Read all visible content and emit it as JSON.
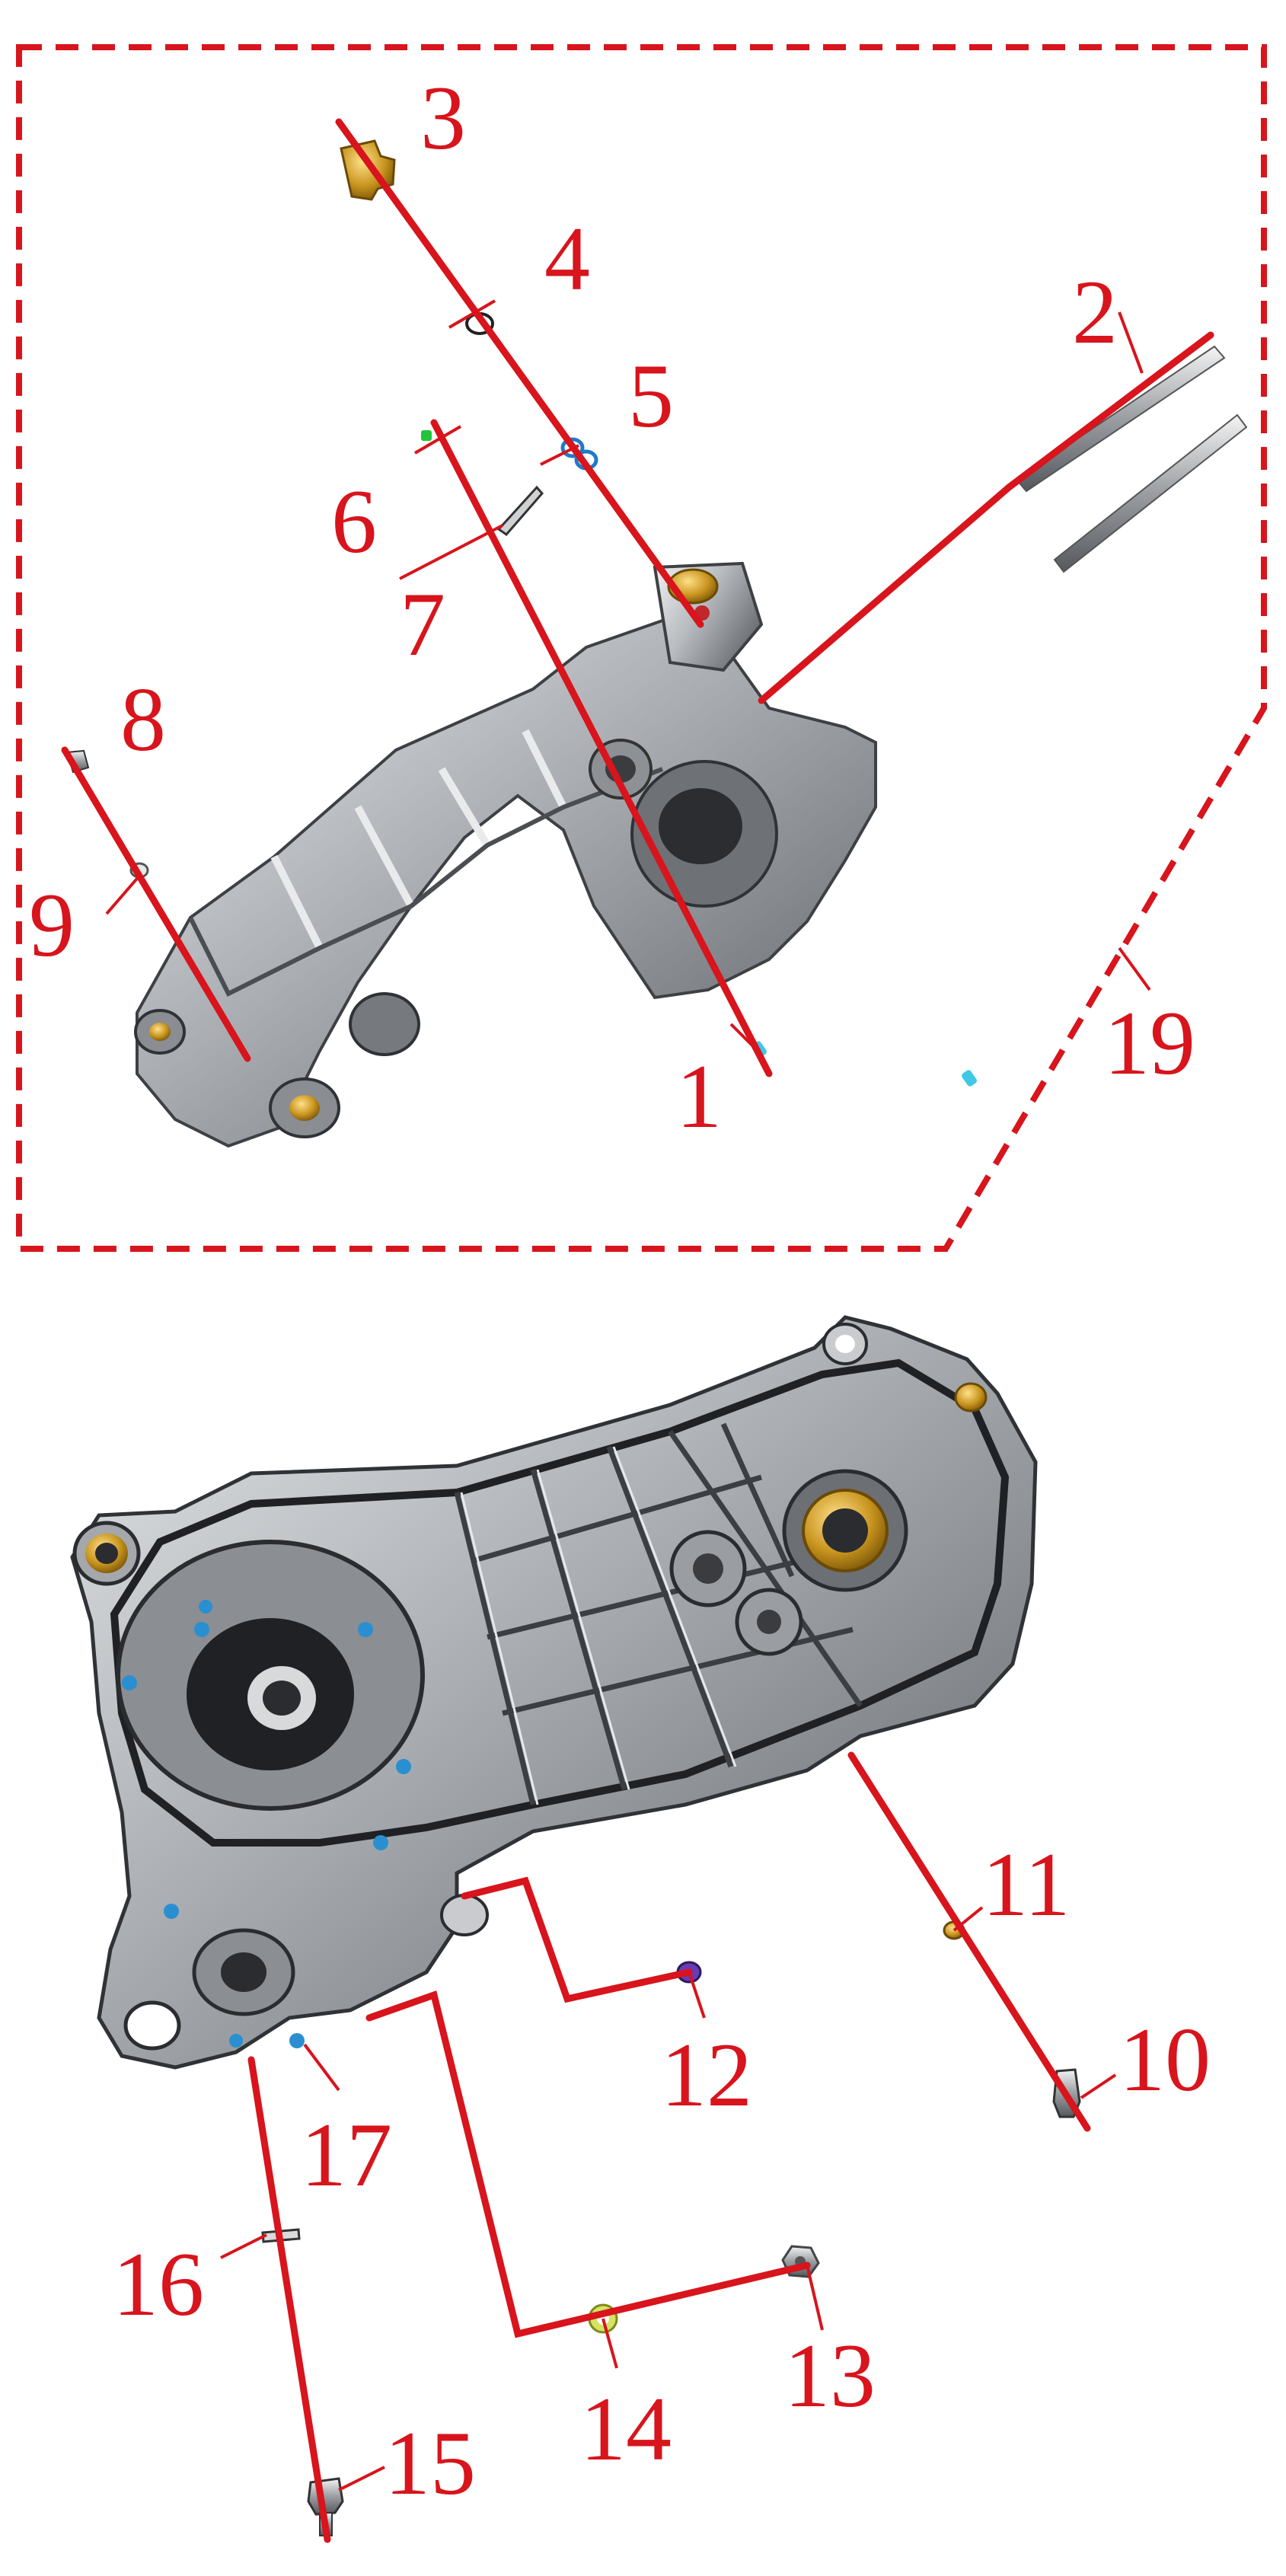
{
  "callouts": {
    "c1": "1",
    "c2": "2",
    "c3": "3",
    "c4": "4",
    "c5": "5",
    "c6": "6",
    "c7": "7",
    "c8": "8",
    "c9": "9",
    "c10": "10",
    "c11": "11",
    "c12": "12",
    "c13": "13",
    "c14": "14",
    "c15": "15",
    "c16": "16",
    "c17": "17",
    "c19": "19"
  },
  "colors": {
    "leader": "#d8141c",
    "casting_light": "#d4d6d8",
    "casting_dark": "#55585c",
    "brass": "#c8941e",
    "bolt_blue": "#2a8fd0"
  }
}
